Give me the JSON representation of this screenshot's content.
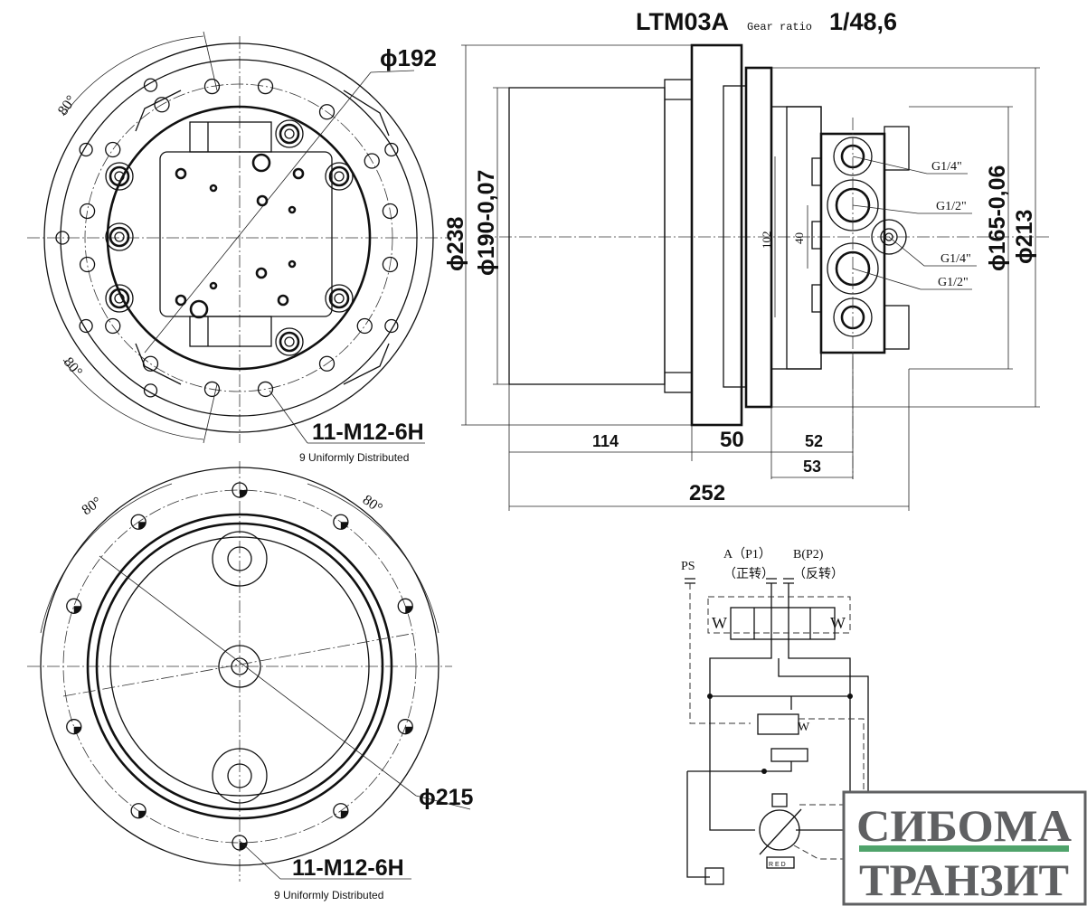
{
  "title": {
    "model": "LTM03A",
    "ratio_label": "Gear ratio",
    "ratio_value": "1/48,6"
  },
  "top_view": {
    "diameter_label": "ϕ192",
    "angle_top": "80°",
    "angle_bottom": "80°",
    "thread_label": "11-M12-6H",
    "thread_note": "9 Uniformly Distributed"
  },
  "side_view": {
    "dia_238": "ϕ238",
    "dia_190": "ϕ190-0,07",
    "dia_165": "ϕ165-0,06",
    "dia_213": "ϕ213",
    "dim_102": "102",
    "dim_40": "40",
    "ports": [
      "G1/4\"",
      "G1/2\"",
      "G1/4\"",
      "G1/2\""
    ],
    "len_114": "114",
    "len_50": "50",
    "len_52": "52",
    "len_53": "53",
    "len_252": "252"
  },
  "bottom_view": {
    "angle_left": "80°",
    "angle_right": "80°",
    "diameter_label": "ϕ215",
    "thread_label": "11-M12-6H",
    "thread_note": "9 Uniformly Distributed"
  },
  "schematic": {
    "ps": "PS",
    "port_a": "A（P1）",
    "port_a_sub": "（正转）",
    "port_b": "B(P2)",
    "port_b_sub": "（反转）",
    "spring": "W",
    "red_label": "R E D"
  },
  "logo": {
    "line1": "СИБОМА",
    "line2": "ТРАНЗИТ",
    "accent": "#4fa36b",
    "text_color": "#5f6062"
  }
}
